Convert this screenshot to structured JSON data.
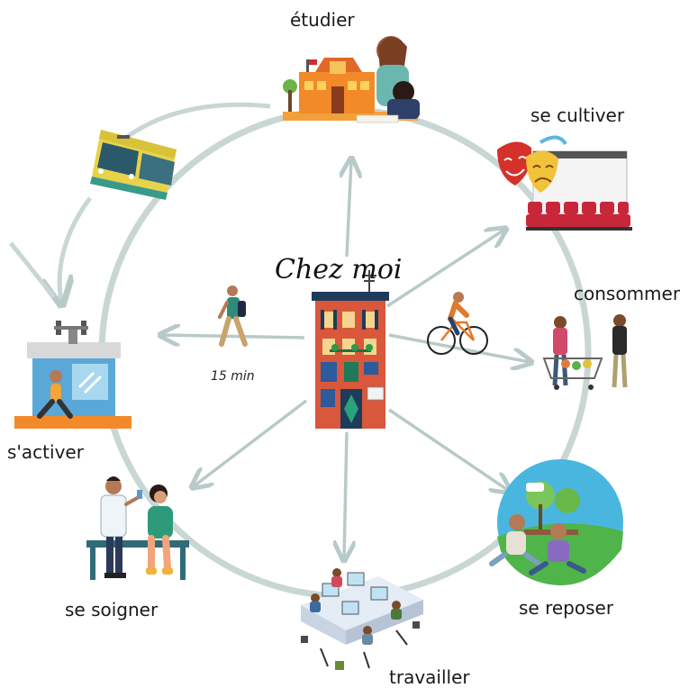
{
  "center": {
    "title": "Chez moi"
  },
  "walk": {
    "note": "15 min"
  },
  "activities": {
    "etudier": "étudier",
    "cultiver": "se cultiver",
    "consommer": "consommer",
    "reposer": "se reposer",
    "travailler": "travailler",
    "soigner": "se soigner",
    "activer": "s'activer"
  },
  "colors": {
    "ring": "#c8d6d4",
    "arrow": "#b8cac8",
    "house": "#d9573b",
    "tram": "#e8d24a",
    "theatre_seats": "#c8273a"
  }
}
